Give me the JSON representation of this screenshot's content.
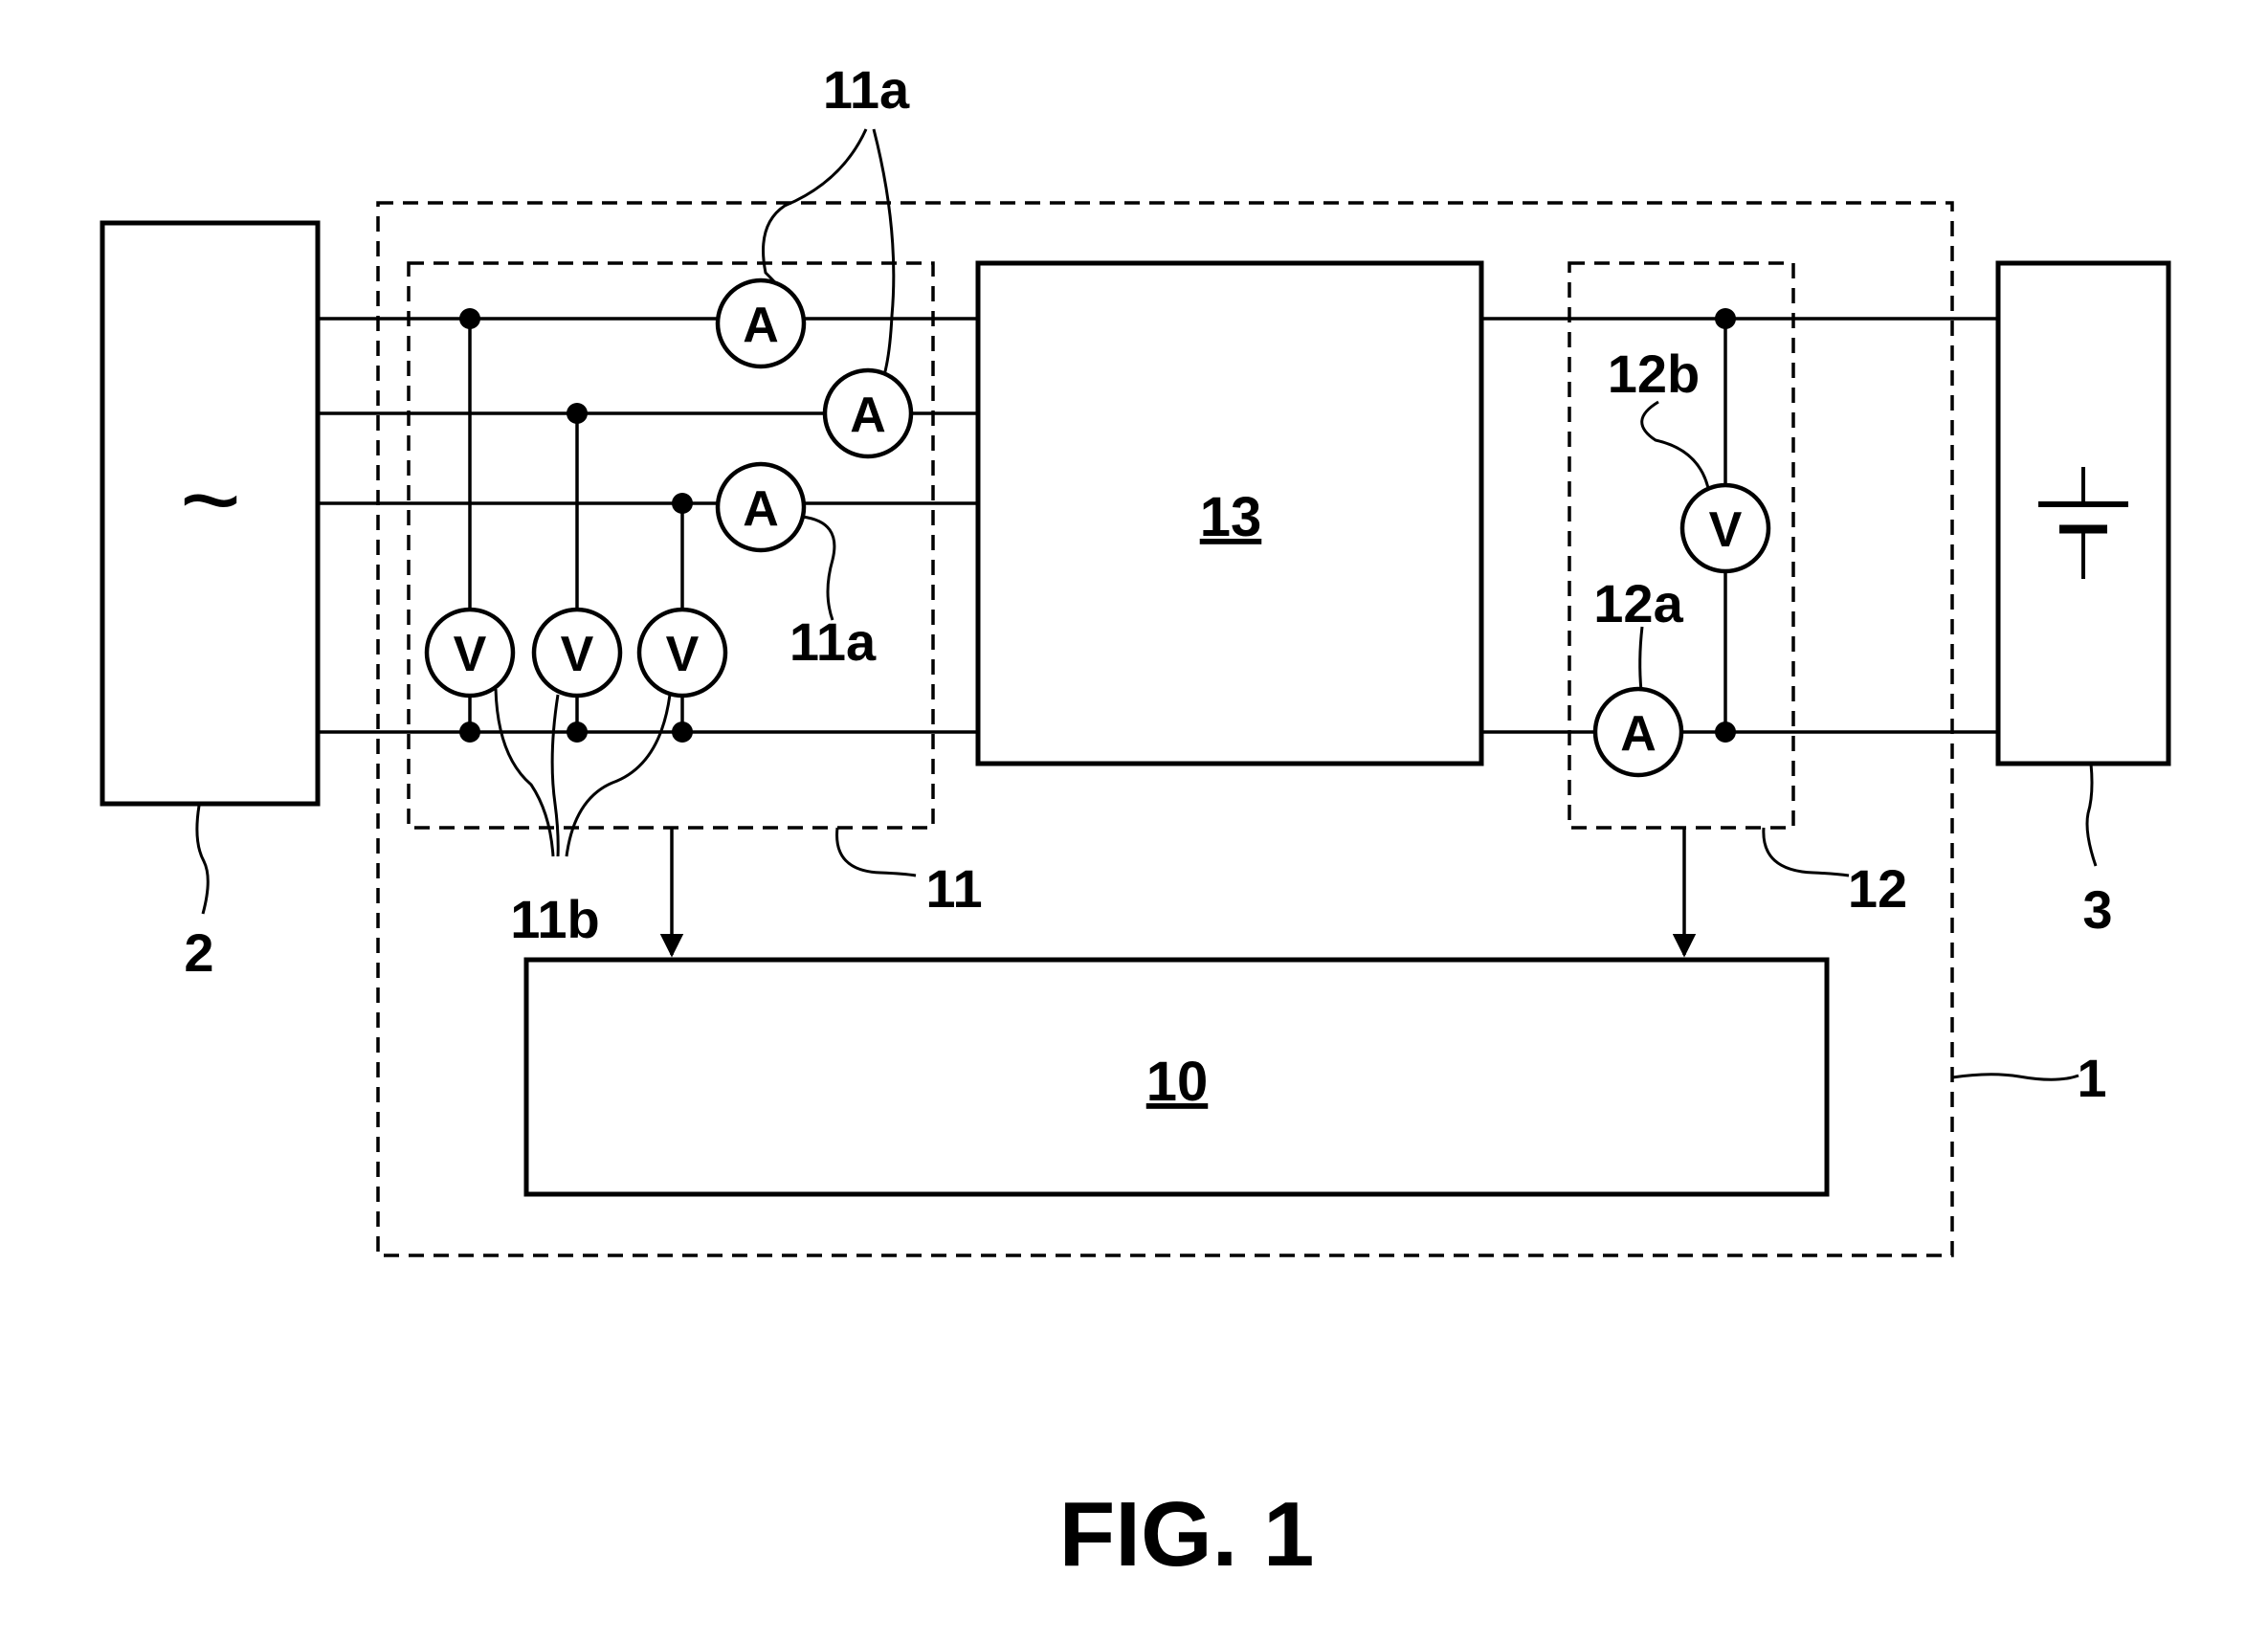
{
  "caption": "FIG. 1",
  "source_symbol": "~",
  "blocks": {
    "converter": "13",
    "controller": "10"
  },
  "meters": {
    "ammeter": "A",
    "voltmeter": "V"
  },
  "labels": {
    "device": "1",
    "ac_source": "2",
    "battery": "3",
    "input_sensor_unit": "11",
    "input_current_sensors_top": "11a",
    "input_current_sensors_bottom": "11a",
    "input_voltage_sensors": "11b",
    "output_sensor_unit": "12",
    "output_current_sensor": "12a",
    "output_voltage_sensor": "12b"
  }
}
